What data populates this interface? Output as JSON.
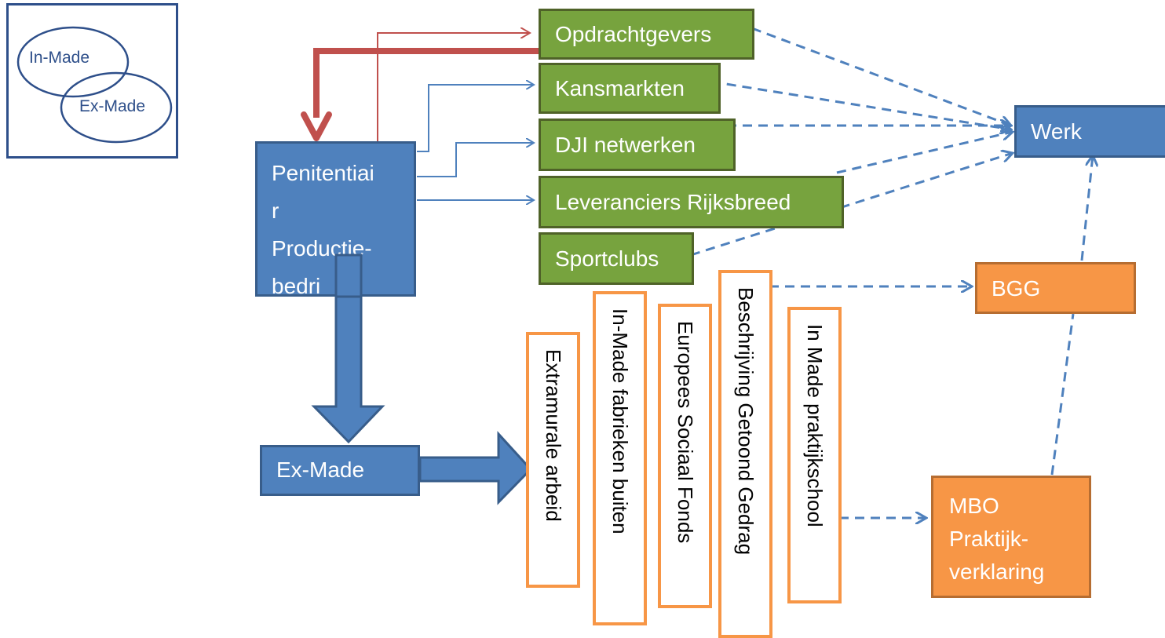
{
  "logo": {
    "top_label": "In-Made",
    "bottom_label": "Ex-Made"
  },
  "nodes": {
    "penitentiair": "Penitentiai\nr\nProductie-\nbedri",
    "ex_made": "Ex-Made",
    "opdrachtgevers": "Opdrachtgevers",
    "kansmarkten": "Kansmarkten",
    "dji": "DJI netwerken",
    "leveranciers": "Leveranciers Rijksbreed",
    "sportclubs": "Sportclubs",
    "werk": "Werk",
    "bgg": "BGG",
    "mbo": "MBO\nPraktijk-\nverklaring"
  },
  "vertical_boxes": {
    "extramurale": "Extramurale arbeid",
    "fabrieken": "In-Made fabrieken buiten",
    "esf": "Europees Sociaal Fonds",
    "beschrijving": "Beschrijving Getoond Gedrag",
    "praktijkschool": "In Made praktijkschool"
  },
  "colors": {
    "blue_fill": "#4f81bd",
    "blue_border": "#385d8a",
    "green_fill": "#77a33e",
    "green_border": "#4f6228",
    "orange_fill": "#f79646",
    "red_arrow": "#c0504d",
    "logo_border": "#2e4f8a"
  }
}
